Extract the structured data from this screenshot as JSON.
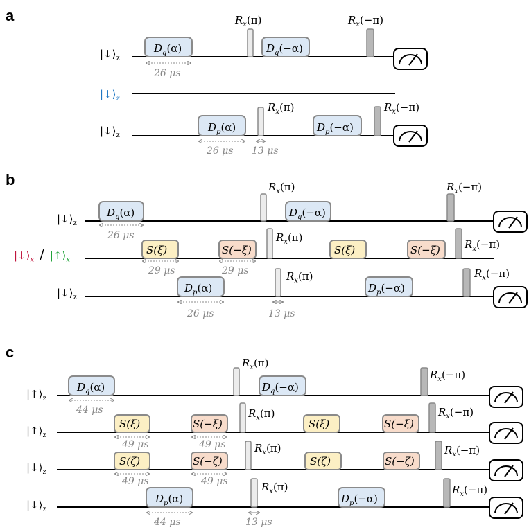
{
  "panels": {
    "a": {
      "letter": "a",
      "qubits": [
        {
          "label": "|↓⟩",
          "sub": "z",
          "color": "#000000"
        },
        {
          "label": "|↓⟩",
          "sub": "z",
          "color": "#1f77c4"
        },
        {
          "label": "|↓⟩",
          "sub": "z",
          "color": "#000000"
        }
      ],
      "gates": {
        "dq": "D",
        "dq_sub": "q",
        "dq_arg": "(α)",
        "dq_arg_neg": "(−α)",
        "dp": "D",
        "dp_sub": "p",
        "dp_arg": "(α)",
        "dp_arg_neg": "(−α)"
      },
      "rotations": {
        "rx_pi": "R",
        "rx_sub": "x",
        "pi_arg": "(π)",
        "mpi_arg": "(−π)"
      },
      "times": {
        "t1": "26 μs",
        "t2": "26 μs",
        "t3": "13 μs"
      }
    },
    "b": {
      "letter": "b",
      "qubits": [
        {
          "label": "|↓⟩",
          "sub": "z",
          "color": "#000000"
        },
        {
          "label": "|↓⟩",
          "sub": "x",
          "color": "#c0143c",
          "alt_label": "|↑⟩",
          "alt_sub": "x",
          "alt_color": "#22a33a",
          "sep": "/"
        },
        {
          "label": "|↓⟩",
          "sub": "z",
          "color": "#000000"
        }
      ],
      "squeeze": {
        "s_pos": "S(ξ)",
        "s_neg": "S(−ξ)"
      },
      "times": {
        "t1": "26 μs",
        "t2": "29 μs",
        "t3": "29 μs",
        "t4": "26 μs",
        "t5": "13 μs"
      }
    },
    "c": {
      "letter": "c",
      "qubits": [
        {
          "label": "|↑⟩",
          "sub": "z",
          "color": "#000000"
        },
        {
          "label": "|↑⟩",
          "sub": "z",
          "color": "#000000"
        },
        {
          "label": "|↓⟩",
          "sub": "z",
          "color": "#000000"
        },
        {
          "label": "|↓⟩",
          "sub": "z",
          "color": "#000000"
        }
      ],
      "squeeze": {
        "xi_pos": "S(ξ)",
        "xi_neg": "S(−ξ)",
        "zeta_pos": "S(ζ)",
        "zeta_neg": "S(−ζ)"
      },
      "times": {
        "t1": "44 μs",
        "t2": "49 μs",
        "t3": "49 μs",
        "t4": "49 μs",
        "t5": "49 μs",
        "t6": "44 μs",
        "t7": "13 μs"
      }
    }
  },
  "colors": {
    "disp_fill": "#dce8f5",
    "disp_stroke": "#8a8a8a",
    "sq_pos_fill": "#fcefc4",
    "sq_neg_fill": "#f8dccb",
    "pi_fill": "#ececec",
    "mpi_fill": "#b8b8b8",
    "time_color": "#888888"
  }
}
